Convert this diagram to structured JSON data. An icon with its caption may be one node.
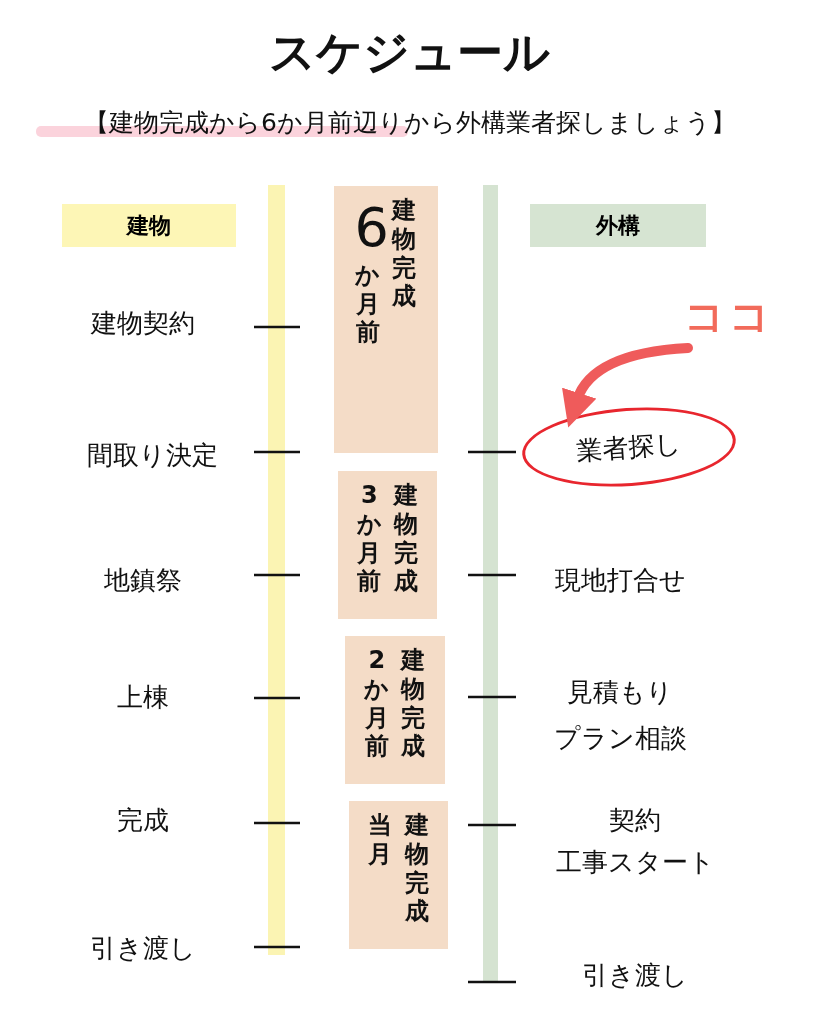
{
  "diagram": {
    "title": "スケジュール",
    "nodes": [
      {
        "text": [
          "建物"
        ]
      },
      {
        "text": [
          "外構"
        ]
      },
      {
        "text": [
          "6か月前",
          "建物完成"
        ]
      },
      {
        "text": [
          "3か月前",
          "建物完成"
        ]
      },
      {
        "text": [
          "2か月前",
          "建物完成"
        ]
      },
      {
        "text": [
          "当月",
          "建物完成"
        ]
      },
      {
        "text": [
          "ココ"
        ]
      },
      {
        "text": [
          "業者探し"
        ]
      }
    ],
    "edges": [
      {
        "from": 6,
        "to": 7,
        "arrow": "to",
        "color": "#ef5b5b"
      }
    ],
    "labels": [
      "【建物完成から6か月前辺りから外構業者探しましょう】",
      "建物契約",
      "間取り決定",
      "地鎮祭",
      "現地打合せ",
      "上棟",
      "見積もり",
      "プラン相談",
      "完成",
      "契約",
      "工事スタート",
      "引き渡し",
      "引き渡し"
    ]
  }
}
